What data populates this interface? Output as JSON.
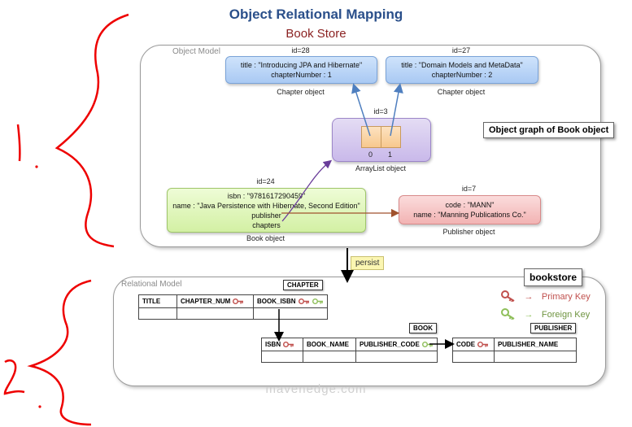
{
  "header": {
    "title": "Object Relational Mapping",
    "subtitle": "Book Store"
  },
  "object_model": {
    "label": "Object Model",
    "chapter1": {
      "id": "id=28",
      "line1": "title : \"Introducing JPA and Hibernate\"",
      "line2": "chapterNumber : 1",
      "caption": "Chapter object"
    },
    "chapter2": {
      "id": "id=27",
      "line1": "title : \"Domain Models and MetaData\"",
      "line2": "chapterNumber : 2",
      "caption": "Chapter object"
    },
    "arraylist": {
      "id": "id=3",
      "index0": "0",
      "index1": "1",
      "caption": "ArrayList object"
    },
    "callout": "Object graph of Book object",
    "book": {
      "id": "id=24",
      "line1": "isbn : \"9781617290459\"",
      "line2": "name : \"Java Persistence with Hibernate, Second Edition\"",
      "line3": "publisher",
      "line4": "chapters",
      "caption": "Book object"
    },
    "publisher": {
      "id": "id=7",
      "line1": "code : \"MANN\"",
      "line2": "name : \"Manning Publications Co.\"",
      "caption": "Publisher object"
    }
  },
  "persist_label": "persist",
  "relational_model": {
    "label": "Relational Model",
    "db_name": "bookstore",
    "chapter_table": {
      "name": "CHAPTER",
      "columns": [
        "TITLE",
        "CHAPTER_NUM",
        "BOOK_ISBN"
      ]
    },
    "book_table": {
      "name": "BOOK",
      "columns": [
        "ISBN",
        "BOOK_NAME",
        "PUBLISHER_CODE"
      ]
    },
    "publisher_table": {
      "name": "PUBLISHER",
      "columns": [
        "CODE",
        "PUBLISHER_NAME"
      ]
    },
    "legend": {
      "primary": "Primary Key",
      "foreign": "Foreign Key"
    }
  },
  "colors": {
    "primary_key": "#c0504d",
    "foreign_key": "#8fbf5a",
    "title": "#2a4f8a",
    "subtitle": "#8b2222"
  },
  "watermark": "mavenedge.com"
}
